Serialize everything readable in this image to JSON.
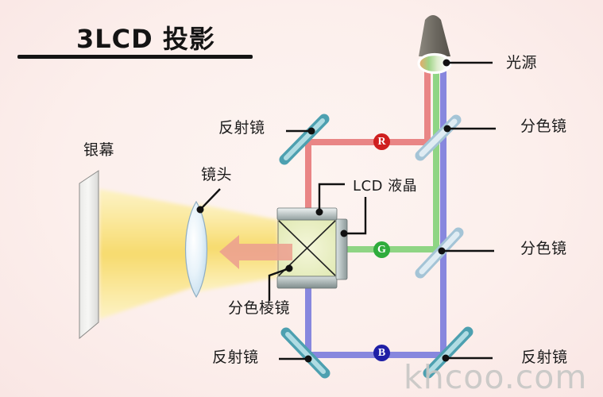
{
  "title": "3LCD 投影",
  "watermark": "khcoo.com",
  "labels": {
    "screen": "银幕",
    "lens": "镜头",
    "mirror_top_left": "反射镜",
    "lcd": "LCD 液晶",
    "prism": "分色棱镜",
    "mirror_bottom_left": "反射镜",
    "light_source": "光源",
    "dichroic_1": "分色镜",
    "dichroic_2": "分色镜",
    "mirror_bottom_right": "反射镜"
  },
  "badges": {
    "red": "R",
    "green": "G",
    "blue": "B"
  },
  "colors": {
    "background": "#fcefec",
    "red_beam": "#e98585",
    "green_beam": "#8fd584",
    "blue_beam": "#8787de",
    "yellow_beam": "#f7db6e",
    "red_badge": "#cf1f1f",
    "green_badge": "#2fac3c",
    "blue_badge": "#1f1fa6",
    "reflective_mirror": "#4da0b0",
    "dichroic_mirror": "#a4c4d6",
    "prism_body": "#dfe8b0",
    "arrow": "#ec9f8f"
  }
}
